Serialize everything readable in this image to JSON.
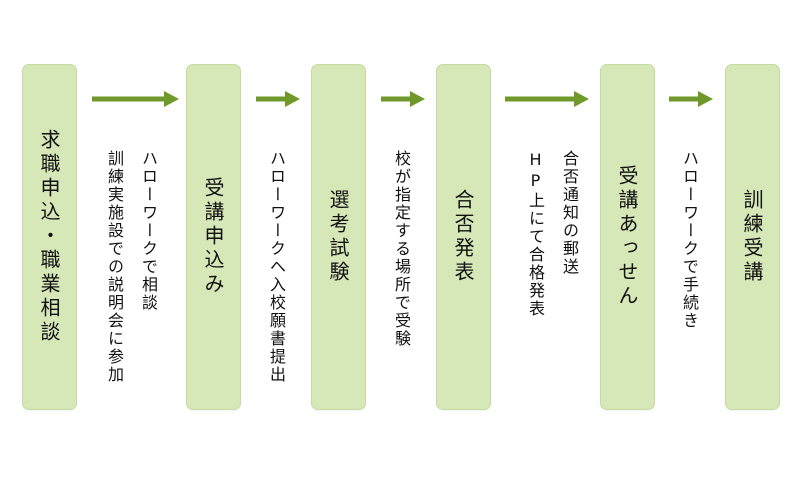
{
  "colors": {
    "box_fill": "#d6e7b8",
    "box_border": "#c5dba3",
    "arrow": "#6f9a2b",
    "text": "#111111"
  },
  "steps": [
    {
      "label": "求職申込・職業相談"
    },
    {
      "label": "受講申込み"
    },
    {
      "label": "選考試験"
    },
    {
      "label": "合否発表"
    },
    {
      "label": "受講あっせん"
    },
    {
      "label": "訓練受講"
    }
  ],
  "notes": [
    {
      "lines": [
        "ハローワークで相談",
        "訓練実施設での説明会に参加"
      ]
    },
    {
      "lines": [
        "ハローワークへ入校願書提出"
      ]
    },
    {
      "lines": [
        "校が指定する場所で受験"
      ]
    },
    {
      "lines": [
        "合否通知の郵送",
        "HP上にて合格発表"
      ]
    },
    {
      "lines": [
        "ハローワークで手続き"
      ]
    }
  ]
}
